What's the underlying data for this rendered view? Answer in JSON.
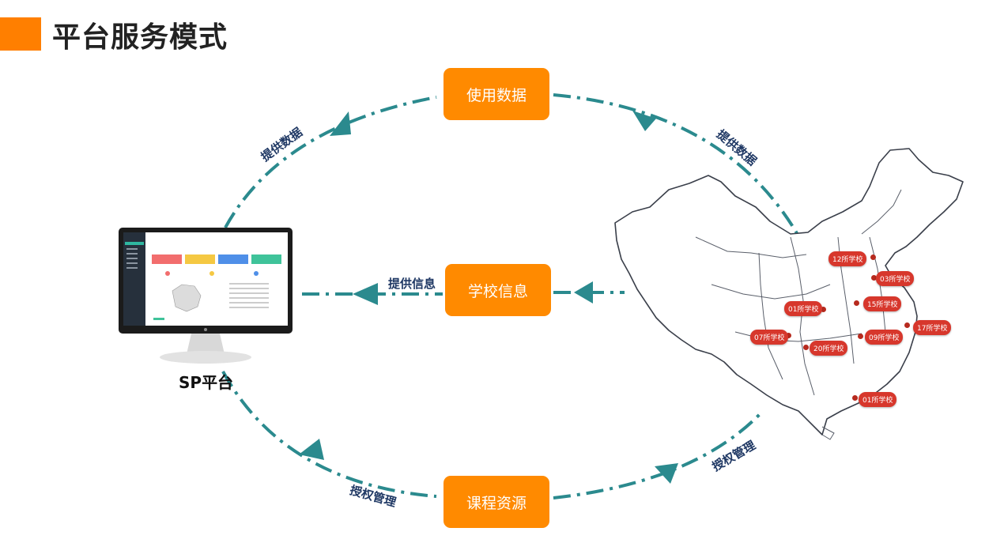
{
  "title": "平台服务模式",
  "nodes": {
    "usage_data": "使用数据",
    "school_info": "学校信息",
    "course_resources": "课程资源",
    "sp_platform": "SP平台"
  },
  "edge_labels": {
    "left_top": "提供数据",
    "right_top": "提供数据",
    "middle": "提供信息",
    "left_bottom": "授权管理",
    "right_bottom": "授权管理"
  },
  "map_pins": [
    "12所学校",
    "03所学校",
    "01所学校",
    "15所学校",
    "17所学校",
    "07所学校",
    "20所学校",
    "09所学校",
    "01所学校"
  ],
  "colors": {
    "accent": "#FF8A00",
    "arrow": "#2B8A8E",
    "label": "#1f3864",
    "pin": "#D7372C"
  }
}
